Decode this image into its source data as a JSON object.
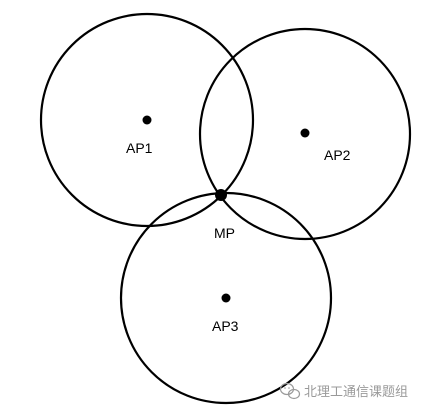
{
  "diagram": {
    "stroke_color": "#000000",
    "background": "#ffffff",
    "labels": {
      "ap1": "AP1",
      "ap2": "AP2",
      "ap3": "AP3",
      "mp": "MP"
    }
  },
  "watermark": {
    "text": "北理工通信课题组",
    "color": "#9a9a9a",
    "icon": "wechat-icon"
  }
}
